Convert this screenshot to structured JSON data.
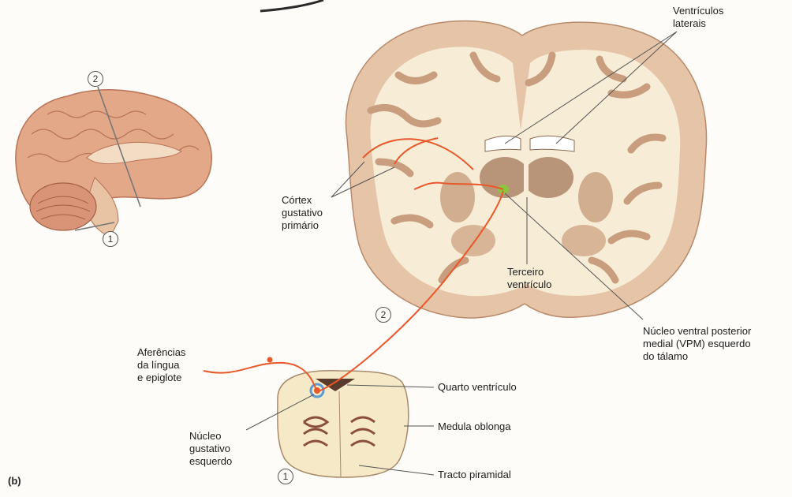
{
  "panel_label": "(b)",
  "sagittal_brain": {
    "plane_marker_top": "2",
    "plane_marker_bottom": "1"
  },
  "coronal_section": {
    "section_number": "2",
    "labels": {
      "lateral_ventricles": "Ventrículos\nlaterais",
      "primary_gustatory_cortex": "Córtex\ngustativo\nprimário",
      "third_ventricle": "Terceiro\nventrículo",
      "vpm_nucleus": "Núcleo ventral posterior\nmedial (VPM) esquerdo\ndo tálamo"
    }
  },
  "medulla_section": {
    "section_number": "1",
    "labels": {
      "afferents": "Aferências\nda língua\ne epiglote",
      "gustatory_nucleus": "Núcleo\ngustativo\nesquerdo",
      "fourth_ventricle": "Quarto ventrículo",
      "medulla_oblongata": "Medula oblonga",
      "pyramidal_tract": "Tracto piramidal"
    }
  },
  "colors": {
    "pathway": "#e8582a",
    "vpm_highlight": "#8cc63e",
    "nucleus_highlight": "#5b9bd5",
    "cortex": "#e6c4a8",
    "white_matter": "#f7ecd6",
    "deep_nuclei": "#b89478",
    "leader_line": "#555555"
  }
}
